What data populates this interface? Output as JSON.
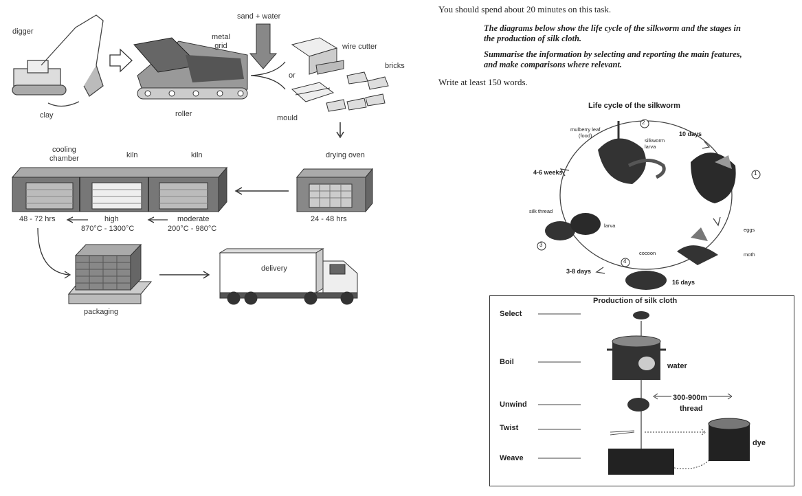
{
  "brick": {
    "labels": {
      "digger": "digger",
      "clay": "clay",
      "metal_grid": "metal\ngrid",
      "roller": "roller",
      "sand_water": "sand + water",
      "wire_cutter": "wire cutter",
      "or": "or",
      "bricks": "bricks",
      "mould": "mould",
      "drying_oven": "drying oven",
      "oven_time": "24 - 48 hrs",
      "cooling_chamber": "cooling\nchamber",
      "kiln1": "kiln",
      "kiln2": "kiln",
      "cool_time": "48 - 72 hrs",
      "high": "high",
      "high_temp": "870°C - 1300°C",
      "moderate": "moderate",
      "moderate_temp": "200°C - 980°C",
      "packaging": "packaging",
      "delivery": "delivery"
    }
  },
  "task": {
    "intro": "You should spend about 20 minutes on this task.",
    "prompt_line1": "The diagrams below show the life cycle of the silkworm and the stages in",
    "prompt_line2": "the production of silk cloth.",
    "summary_line1": "Summarise the information by selecting and reporting the main features,",
    "summary_line2": "and make comparisons where relevant.",
    "word_count": "Write at least 150 words."
  },
  "lifecycle": {
    "title": "Life cycle of the silkworm",
    "mulberry": "mulberry leaf\n(food)",
    "silkworm_larva": "silkworm\nlarva",
    "days10": "10 days",
    "weeks": "4-6 weeks",
    "silk_thread": "silk thread",
    "larva": "larva",
    "eggs": "eggs",
    "cocoon": "cocoon",
    "moth": "moth",
    "days38": "3-8 days",
    "days16": "16 days",
    "stage1": "1",
    "stage2": "2",
    "stage3": "3",
    "stage4": "4"
  },
  "production": {
    "title": "Production of silk cloth",
    "steps": [
      "Select",
      "Boil",
      "Unwind",
      "Twist",
      "Weave"
    ],
    "water": "water",
    "length": "300-900m",
    "thread": "thread",
    "dye": "dye"
  }
}
